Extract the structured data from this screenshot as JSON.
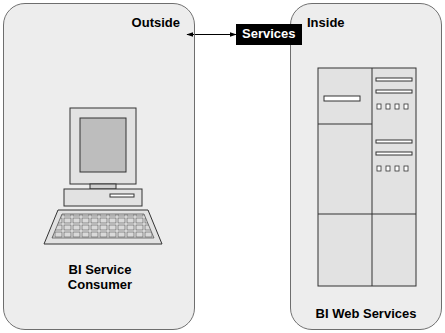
{
  "diagram": {
    "nodes": [
      {
        "text": [
          "Outside",
          "BI Service Consumer"
        ]
      },
      {
        "text": [
          "Inside",
          "BI Web Services"
        ]
      },
      {
        "text": [
          "Services"
        ]
      }
    ],
    "edges": [
      {
        "from": 0,
        "to": 2,
        "arrow": "both"
      }
    ]
  }
}
